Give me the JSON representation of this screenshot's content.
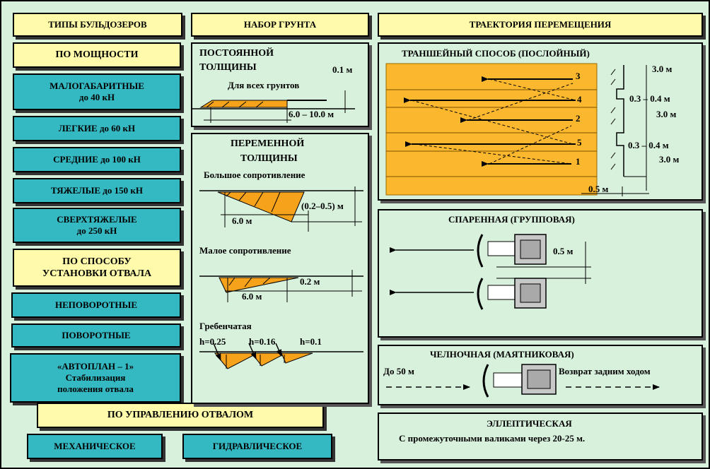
{
  "headers": {
    "types": "ТИПЫ БУЛЬДОЗЕРОВ",
    "soil": "НАБОР ГРУНТА",
    "trajectory": "ТРАЕКТОРИЯ ПЕРЕМЕЩЕНИЯ"
  },
  "types": {
    "by_power": "ПО МОЩНОСТИ",
    "small_1": "МАЛОГАБАРИТНЫЕ",
    "small_2": "до 40 кН",
    "light": "ЛЕГКИЕ до 60 кН",
    "medium": "СРЕДНИЕ до 100 кН",
    "heavy": "ТЯЖЕЛЫЕ до 150 кН",
    "superheavy_1": "СВЕРХТЯЖЕЛЫЕ",
    "superheavy_2": "до 250 кН",
    "by_blade_1": "ПО СПОСОБУ",
    "by_blade_2": "УСТАНОВКИ ОТВАЛА",
    "fixed": "НЕПОВОРОТНЫЕ",
    "rotating": "ПОВОРОТНЫЕ",
    "autoplan_1": "«АВТОПЛАН – 1»",
    "autoplan_2": "Стабилизация",
    "autoplan_3": "положения отвала",
    "by_control": "ПО УПРАВЛЕНИЮ ОТВАЛОМ",
    "mechanical": "МЕХАНИЧЕСКОЕ",
    "hydraulic": "ГИДРАВЛИЧЕСКОЕ"
  },
  "soil": {
    "const_1": "ПОСТОЯННОЙ",
    "const_2": "ТОЛЩИНЫ",
    "const_depth": "0.1 м",
    "const_all": "Для всех грунтов",
    "const_len": "6.0 – 10.0 м",
    "var_1": "ПЕРЕМЕННОЙ",
    "var_2": "ТОЛЩИНЫ",
    "big_res": "Большое сопротивление",
    "big_depth": "(0.2–0.5) м",
    "big_len": "6.0 м",
    "small_res": "Малое сопротивление",
    "small_depth": "0.2 м",
    "small_len": "6.0 м",
    "comb": "Гребенчатая",
    "h1": "h=0.25",
    "h2": "h=0.16",
    "h3": "h=0.1"
  },
  "trajectory": {
    "trench_title": "ТРАНШЕЙНЫЙ СПОСОБ (ПОСЛОЙНЫЙ)",
    "lane_numbers": [
      "3",
      "4",
      "2",
      "5",
      "1"
    ],
    "dim_3a": "3.0 м",
    "dim_03a": "0.3 – 0.4 м",
    "dim_3b": "3.0 м",
    "dim_03b": "0.3 – 0.4 м",
    "dim_3c": "3.0 м",
    "dim_05": "0.5 м",
    "paired_title": "СПАРЕННАЯ (ГРУППОВАЯ)",
    "paired_gap": "0.5 м",
    "shuttle_title": "ЧЕЛНОЧНАЯ   (МАЯТНИКОВАЯ)",
    "shuttle_left": "До 50 м",
    "shuttle_right": "Возврат задним ходом",
    "ellipse_title": "ЭЛЛЕПТИЧЕСКАЯ",
    "ellipse_sub": "С промежуточными валиками через 20-25 м."
  },
  "colors": {
    "yellow": "#fffbaa",
    "teal": "#34b9c3",
    "panel": "#d8f1dc",
    "orange": "#f7a21b",
    "trench": "#fbb72d",
    "machine": "#c8c8c8"
  }
}
